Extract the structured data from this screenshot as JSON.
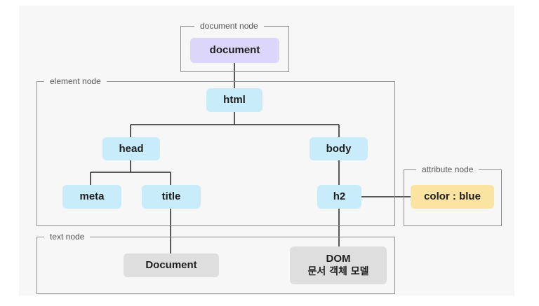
{
  "groups": {
    "document_node": "document node",
    "element_node": "element node",
    "attribute_node": "attribute node",
    "text_node": "text node"
  },
  "nodes": {
    "document": "document",
    "html": "html",
    "head": "head",
    "body": "body",
    "meta": "meta",
    "title": "title",
    "h2": "h2",
    "attribute": "color : blue",
    "text_document": "Document",
    "text_dom_line1": "DOM",
    "text_dom_line2": "문서 객체 모델"
  },
  "colors": {
    "document_node": "#dcd6fb",
    "element_node": "#c9ecfb",
    "text_node": "#dedede",
    "attribute_node": "#fbe3a1"
  }
}
